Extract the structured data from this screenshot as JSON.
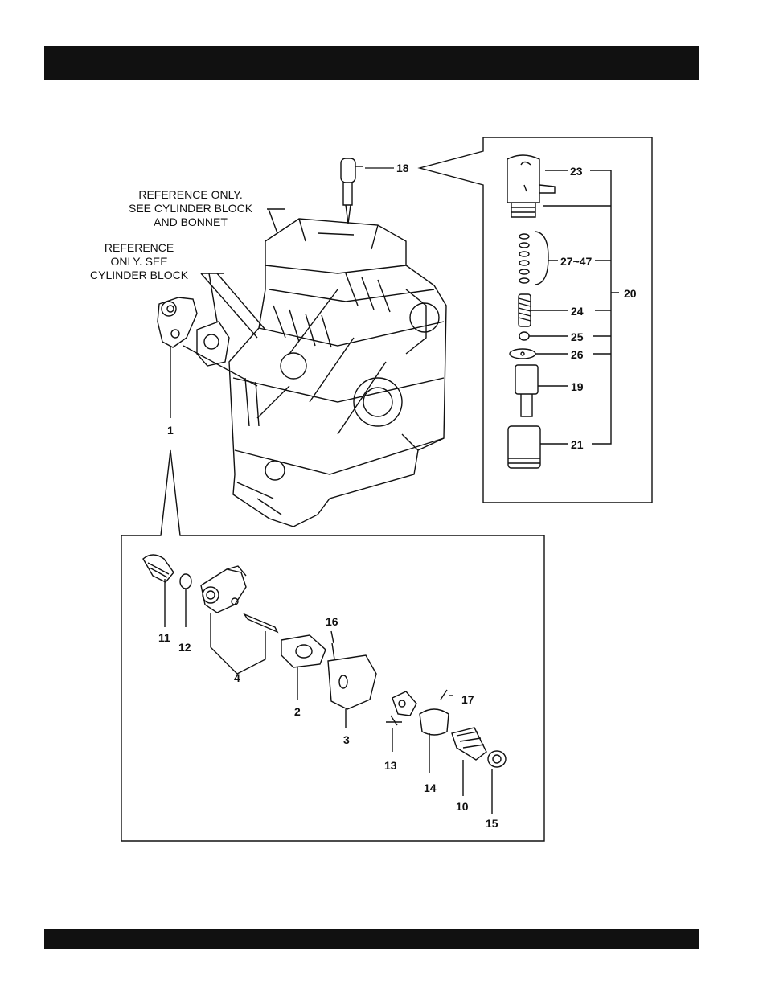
{
  "notes": {
    "bonnet_l1": "REFERENCE ONLY.",
    "bonnet_l2": "SEE CYLINDER BLOCK",
    "bonnet_l3": "AND BONNET",
    "block_l1": "REFERENCE",
    "block_l2": "ONLY. SEE",
    "block_l3": "CYLINDER BLOCK"
  },
  "callouts": {
    "c1": "1",
    "c2": "2",
    "c3": "3",
    "c4": "4",
    "c10": "10",
    "c11": "11",
    "c12": "12",
    "c13": "13",
    "c14": "14",
    "c15": "15",
    "c16": "16",
    "c17": "17",
    "c18": "18",
    "c19": "19",
    "c20": "20",
    "c21": "21",
    "c23": "23",
    "c24": "24",
    "c25": "25",
    "c26": "26",
    "c27_47": "27~47"
  }
}
